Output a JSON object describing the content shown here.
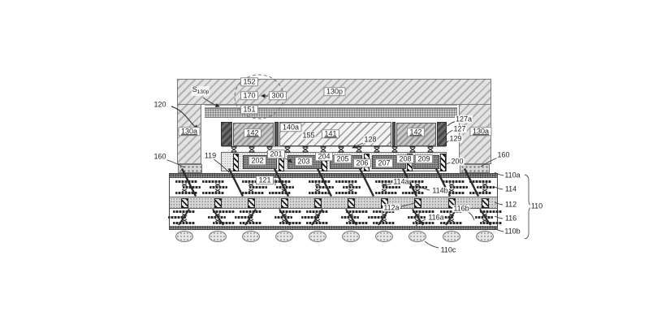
{
  "diagram": {
    "kind": "patent-style semiconductor package cross-section",
    "colors": {
      "ink": "#333333",
      "paper": "#ffffff",
      "shading": "grayscale"
    },
    "labels": {
      "n110": "110",
      "n110a": "110a",
      "n110b": "110b",
      "n110c": "110c",
      "n112": "112",
      "n112a": "112a",
      "n114": "114",
      "n114a": "114a",
      "n114b": "114b",
      "n116": "116",
      "n116a": "116a",
      "n116b": "116b",
      "n119": "119",
      "n120": "120",
      "n121": "121",
      "n127": "127",
      "n127a": "127a",
      "n128": "128",
      "n129": "129",
      "n130a": "130a",
      "n130p": "130p",
      "n140a": "140a",
      "n141": "141",
      "n142": "142",
      "n151": "151",
      "n152": "152",
      "n155": "155",
      "n160": "160",
      "n170": "170",
      "n200": "200",
      "n201": "201",
      "n202": "202",
      "n203": "203",
      "n204": "204",
      "n205": "205",
      "n206": "206",
      "n207": "207",
      "n208": "208",
      "n209": "209",
      "n300": "300",
      "s_base": "S",
      "s_sub": "130p"
    }
  }
}
